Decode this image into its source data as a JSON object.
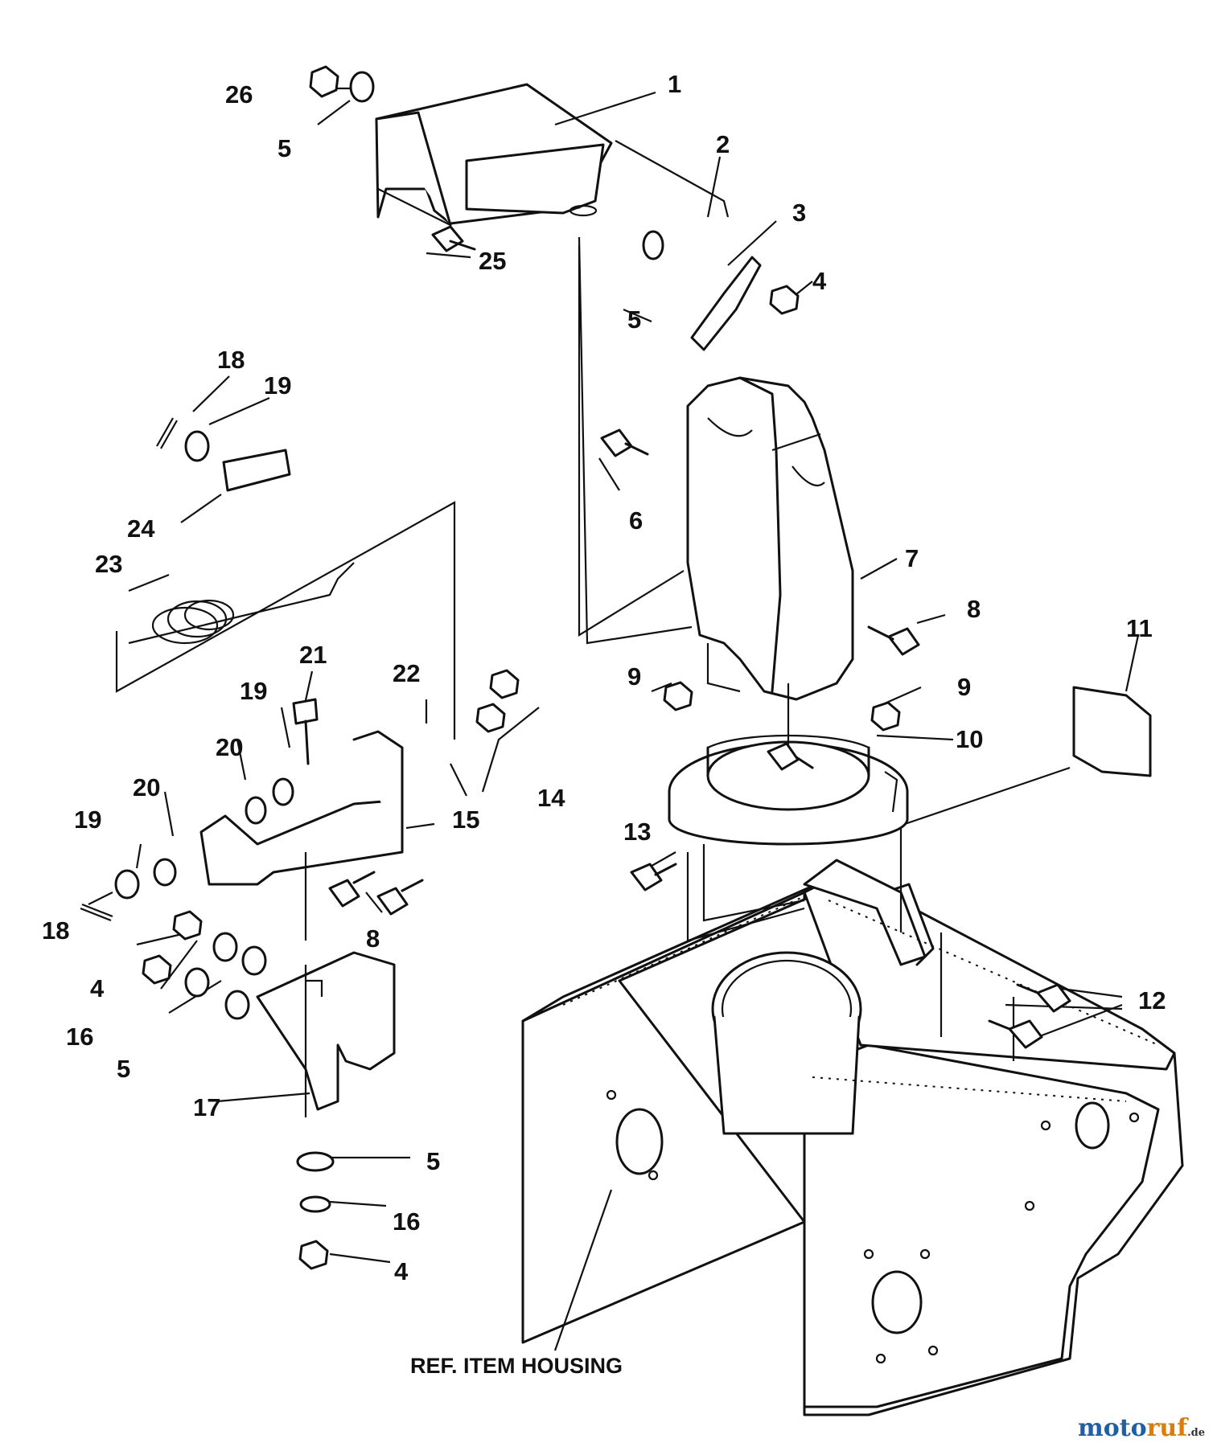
{
  "diagram": {
    "callouts": [
      {
        "id": "c1",
        "text": "1"
      },
      {
        "id": "c2",
        "text": "2"
      },
      {
        "id": "c3",
        "text": "3"
      },
      {
        "id": "c4a",
        "text": "4"
      },
      {
        "id": "c5a",
        "text": "5"
      },
      {
        "id": "c5b",
        "text": "5"
      },
      {
        "id": "c26",
        "text": "26"
      },
      {
        "id": "c25",
        "text": "25"
      },
      {
        "id": "c18a",
        "text": "18"
      },
      {
        "id": "c19a",
        "text": "19"
      },
      {
        "id": "c24",
        "text": "24"
      },
      {
        "id": "c23",
        "text": "23"
      },
      {
        "id": "c6",
        "text": "6"
      },
      {
        "id": "c7",
        "text": "7"
      },
      {
        "id": "c8a",
        "text": "8"
      },
      {
        "id": "c11",
        "text": "11"
      },
      {
        "id": "c9a",
        "text": "9"
      },
      {
        "id": "c9b",
        "text": "9"
      },
      {
        "id": "c10",
        "text": "10"
      },
      {
        "id": "c21",
        "text": "21"
      },
      {
        "id": "c22",
        "text": "22"
      },
      {
        "id": "c19b",
        "text": "19"
      },
      {
        "id": "c20a",
        "text": "20"
      },
      {
        "id": "c20b",
        "text": "20"
      },
      {
        "id": "c19c",
        "text": "19"
      },
      {
        "id": "c14",
        "text": "14"
      },
      {
        "id": "c15",
        "text": "15"
      },
      {
        "id": "c13",
        "text": "13"
      },
      {
        "id": "c8b",
        "text": "8"
      },
      {
        "id": "c18b",
        "text": "18"
      },
      {
        "id": "c4b",
        "text": "4"
      },
      {
        "id": "c16a",
        "text": "16"
      },
      {
        "id": "c5c",
        "text": "5"
      },
      {
        "id": "c12",
        "text": "12"
      },
      {
        "id": "c17",
        "text": "17"
      },
      {
        "id": "c5d",
        "text": "5"
      },
      {
        "id": "c16b",
        "text": "16"
      },
      {
        "id": "c4c",
        "text": "4"
      }
    ],
    "reference_note": "REF. ITEM HOUSING"
  },
  "watermark": {
    "part1": "moto",
    "part2": "ruf",
    "part3": ".de"
  }
}
